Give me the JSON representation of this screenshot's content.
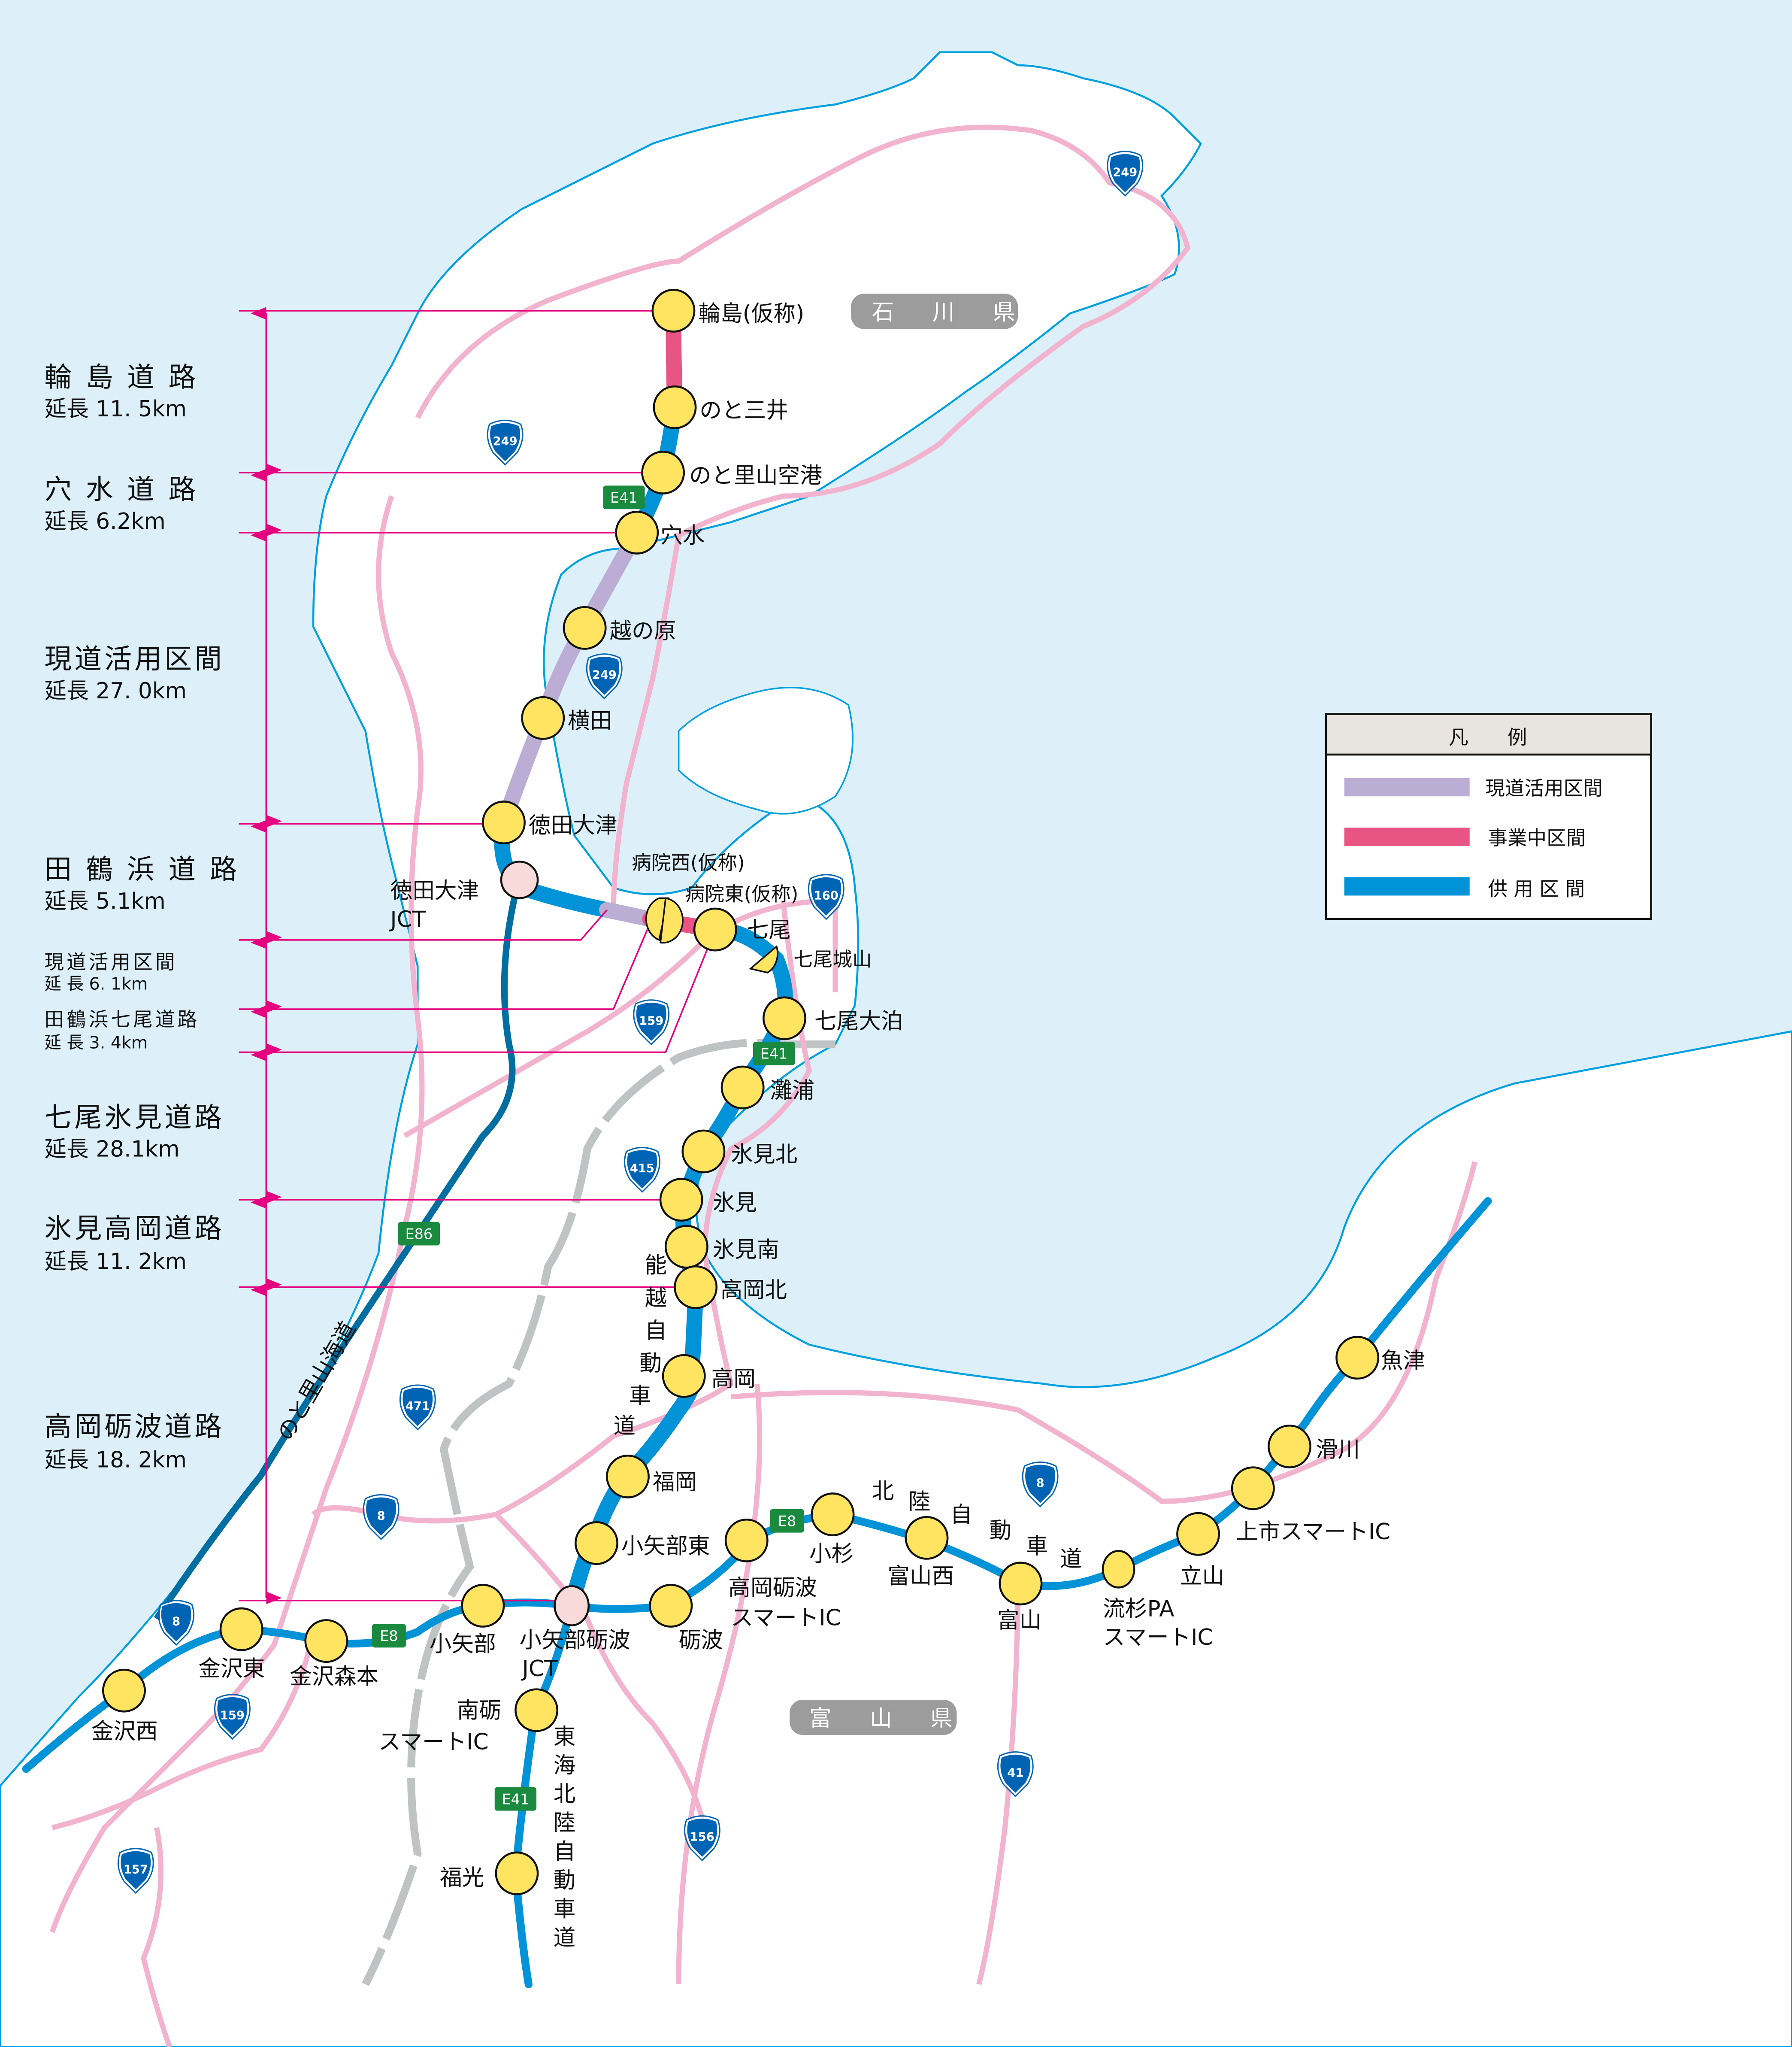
{
  "prefectures": [
    {
      "id": "ishikawa",
      "label": "石 川 県"
    },
    {
      "id": "toyama",
      "label": "富 山 県"
    }
  ],
  "legend": {
    "title": "凡　　例",
    "items": [
      {
        "label": "現道活用区間",
        "color": "#bbadd3"
      },
      {
        "label": "事業中区間",
        "color": "#e85483"
      },
      {
        "label": "供 用 区 間",
        "color": "#0093d7"
      }
    ]
  },
  "sections": [
    {
      "name": "輪 島 道 路",
      "length": "延長 11. 5km"
    },
    {
      "name": "穴 水 道 路",
      "length": "延長 6.2km"
    },
    {
      "name": "現道活用区間",
      "length": "延長 27. 0km"
    },
    {
      "name": "田 鶴 浜 道 路",
      "length": "延長 5.1km"
    },
    {
      "name": "現道活用区間",
      "length": "延 長 6. 1km"
    },
    {
      "name": "田鶴浜七尾道路",
      "length": "延 長 3. 4km"
    },
    {
      "name": "七尾氷見道路",
      "length": "延長 28.1km"
    },
    {
      "name": "氷見高岡道路",
      "length": "延長 11. 2km"
    },
    {
      "name": "高岡砺波道路",
      "length": "延長 18. 2km"
    }
  ],
  "interchanges": {
    "wajima": "輪島(仮称)",
    "notomitsui": "のと三井",
    "notosatoyama_airport": "のと里山空港",
    "anamizu": "穴水",
    "koshinohara": "越の原",
    "yokota": "横田",
    "tokudaotsu": "徳田大津",
    "tokudaotsu_jct_1": "徳田大津",
    "tokudaotsu_jct_2": "JCT",
    "byoin_nishi": "病院西(仮称)",
    "byoin_higashi": "病院東(仮称)",
    "nanao": "七尾",
    "nanao_joyama": "七尾城山",
    "nanao_otomari": "七尾大泊",
    "nadaura": "灘浦",
    "himi_kita": "氷見北",
    "himi": "氷見",
    "himi_minami": "氷見南",
    "takaoka_kita": "高岡北",
    "takaoka": "高岡",
    "fukuoka": "福岡",
    "oyabe_higashi": "小矢部東",
    "takaoka_tonami_smart_1": "高岡砺波",
    "takaoka_tonami_smart_2": "スマートIC",
    "kosugi": "小杉",
    "toyama_nishi": "富山西",
    "toyama": "富山",
    "nagaresugi_1": "流杉PA",
    "nagaresugi_2": "スマートIC",
    "tateyama": "立山",
    "kamiichi_smart": "上市スマートIC",
    "namerikawa": "滑川",
    "uozu": "魚津",
    "oyabe": "小矢部",
    "oyabe_tonami_jct_1": "小矢部砺波",
    "oyabe_tonami_jct_2": "JCT",
    "tonami": "砺波",
    "nanto_smart_1": "南砺",
    "nanto_smart_2": "スマートIC",
    "fukumitsu": "福光",
    "kanazawa_higashi": "金沢東",
    "kanazawa_morimoto": "金沢森本",
    "kanazawa_nishi": "金沢西"
  },
  "expressway_names": {
    "noetsu": [
      "能",
      "越",
      "自",
      "動",
      "車",
      "道"
    ],
    "hokuriku": [
      "北",
      "陸",
      "自",
      "動",
      "車",
      "道"
    ],
    "tokai_hokuriku": [
      "東",
      "海",
      "北",
      "陸",
      "自",
      "動",
      "車",
      "道"
    ],
    "noto_satoyama": "のと里山海道"
  },
  "expressway_shields": {
    "e41_a": "E41",
    "e41_b": "E41",
    "e41_c": "E41",
    "e86": "E86",
    "e8_a": "E8",
    "e8_b": "E8"
  },
  "route_shields": {
    "r249_a": "249",
    "r249_b": "249",
    "r249_c": "249",
    "r160": "160",
    "r159_a": "159",
    "r159_b": "159",
    "r415": "415",
    "r471": "471",
    "r8_a": "8",
    "r8_b": "8",
    "r8_c": "8",
    "r41": "41",
    "r156": "156",
    "r157": "157"
  },
  "colors": {
    "sea": "#ddf0fa",
    "land": "#ffffff",
    "coast": "#00a0e0",
    "national_road": "#f2b3cf",
    "other_road": "#bfc3c4",
    "open": "#0093d7",
    "under_construction": "#e85483",
    "existing_road_use": "#bbadd3",
    "noto_satoyama": "#006ea0",
    "ic": "#ffe462",
    "jct": "#f8dada",
    "dimension_line": "#e4007f",
    "pref_badge": "#9c9c9c",
    "expressway_shield": "#1a8a3e",
    "route_shield": "#0064b4"
  }
}
